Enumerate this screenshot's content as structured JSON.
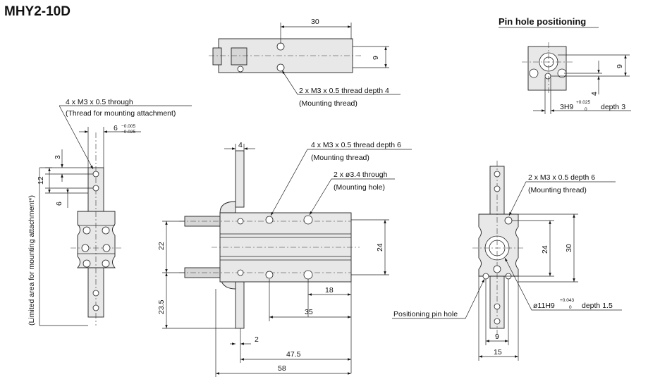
{
  "title": "MHY2-10D",
  "pin_hole_section": {
    "heading": "Pin hole positioning",
    "dim_9": "9",
    "dim_4": "4",
    "hole_label": "3H9",
    "hole_tol_upper": "+0.025",
    "hole_tol_lower": "0",
    "hole_depth": "depth 3"
  },
  "top_view": {
    "dim_30": "30",
    "dim_9": "9",
    "thread_label": "2 x M3 x 0.5 thread depth 4",
    "thread_note": "(Mounting thread)"
  },
  "left_view": {
    "thread_label": "4 x M3 x 0.5 through",
    "thread_note": "(Thread for mounting attachment)",
    "dim_6": "6",
    "dim_6_tol_upper": "−0.005",
    "dim_6_tol_lower": "−0.025",
    "dim_3": "3",
    "dim_12": "12",
    "dim_6b": "6",
    "vertical_note": "(Limited area for mounting attachment*)"
  },
  "front_view": {
    "dim_4": "4",
    "thread_label": "4 x M3 x 0.5 thread depth 6",
    "thread_note": "(Mounting thread)",
    "hole_label": "2 x ø3.4 through",
    "hole_note": "(Mounting hole)",
    "dim_22": "22",
    "dim_24": "24",
    "dim_23_5": "23.5",
    "dim_18": "18",
    "dim_35": "35",
    "dim_2": "2",
    "dim_47_5": "47.5",
    "dim_58": "58"
  },
  "right_view": {
    "thread_label": "2 x M3 x 0.5 depth 6",
    "thread_note": "(Mounting thread)",
    "dim_24": "24",
    "dim_30": "30",
    "pin_label": "Positioning pin hole",
    "bore_label": "ø11H9",
    "bore_tol_upper": "+0.043",
    "bore_tol_lower": "0",
    "bore_depth": "depth 1.5",
    "dim_9": "9",
    "dim_15": "15"
  }
}
